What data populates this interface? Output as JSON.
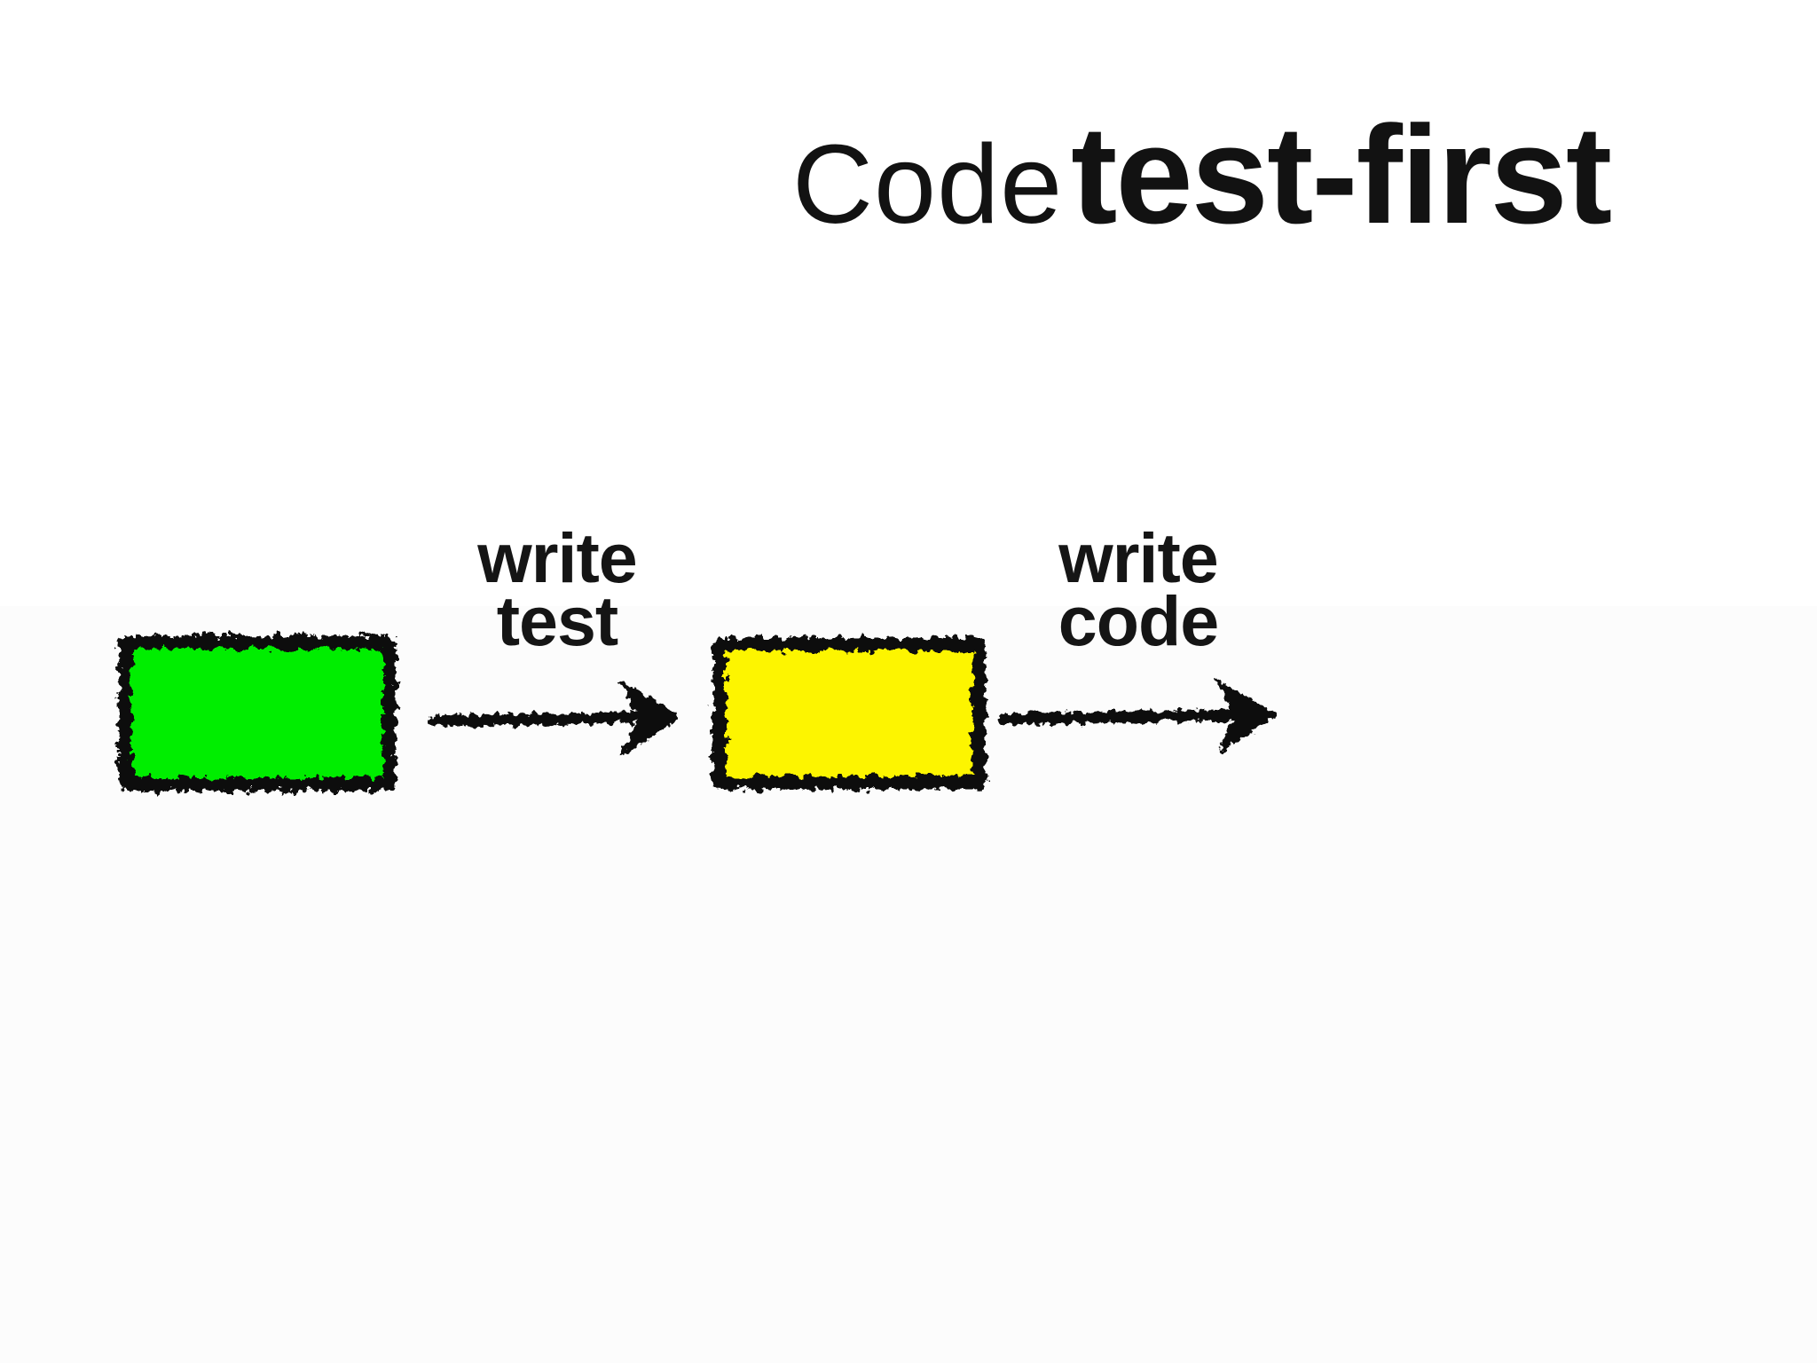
{
  "title": {
    "prefix": "Code",
    "emphasis": "test-first"
  },
  "colors": {
    "green_box": "#02ee02",
    "yellow_box": "#fdf503",
    "ink": "#0d0d0d",
    "background": "#ffffff"
  },
  "diagram": {
    "nodes": [
      {
        "name": "green-box",
        "color": "#02ee02"
      },
      {
        "name": "yellow-box",
        "color": "#fdf503"
      }
    ],
    "arrows": [
      {
        "name": "write-test",
        "label_line1": "write",
        "label_line2": "test"
      },
      {
        "name": "write-code",
        "label_line1": "write",
        "label_line2": "code"
      }
    ]
  }
}
